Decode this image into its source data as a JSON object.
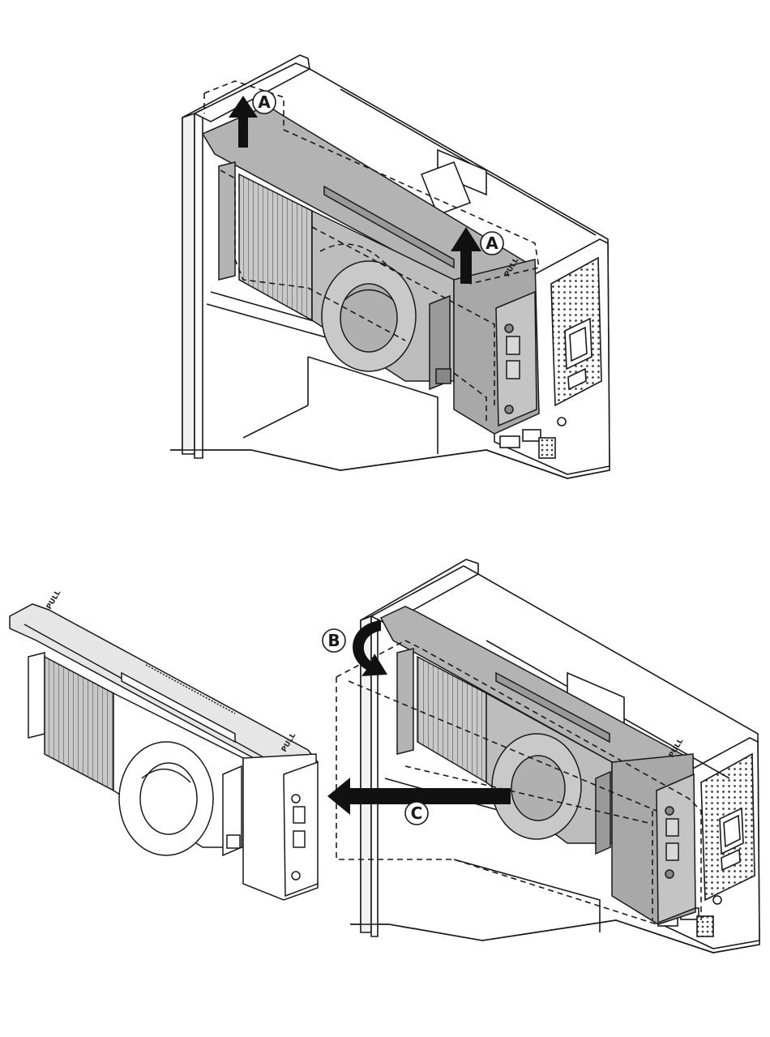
{
  "callouts": {
    "a1": "A",
    "a2": "A",
    "b": "B",
    "c": "C"
  },
  "stamps": {
    "pull_top": "PULL",
    "pull_left_1": "PULL",
    "pull_left_2": "PULL",
    "pull_right": "PULL"
  },
  "colors": {
    "line": "#1a1a1a",
    "bracket_fill": "#b3b3b3",
    "bracket_dark": "#8c8c8c",
    "chassis_fill": "#ffffff",
    "arrow": "#111111"
  },
  "icons": {
    "lift_arrow": "arrow-up",
    "rotate_arrow": "curved-arrow",
    "slide_arrow": "arrow-left"
  }
}
